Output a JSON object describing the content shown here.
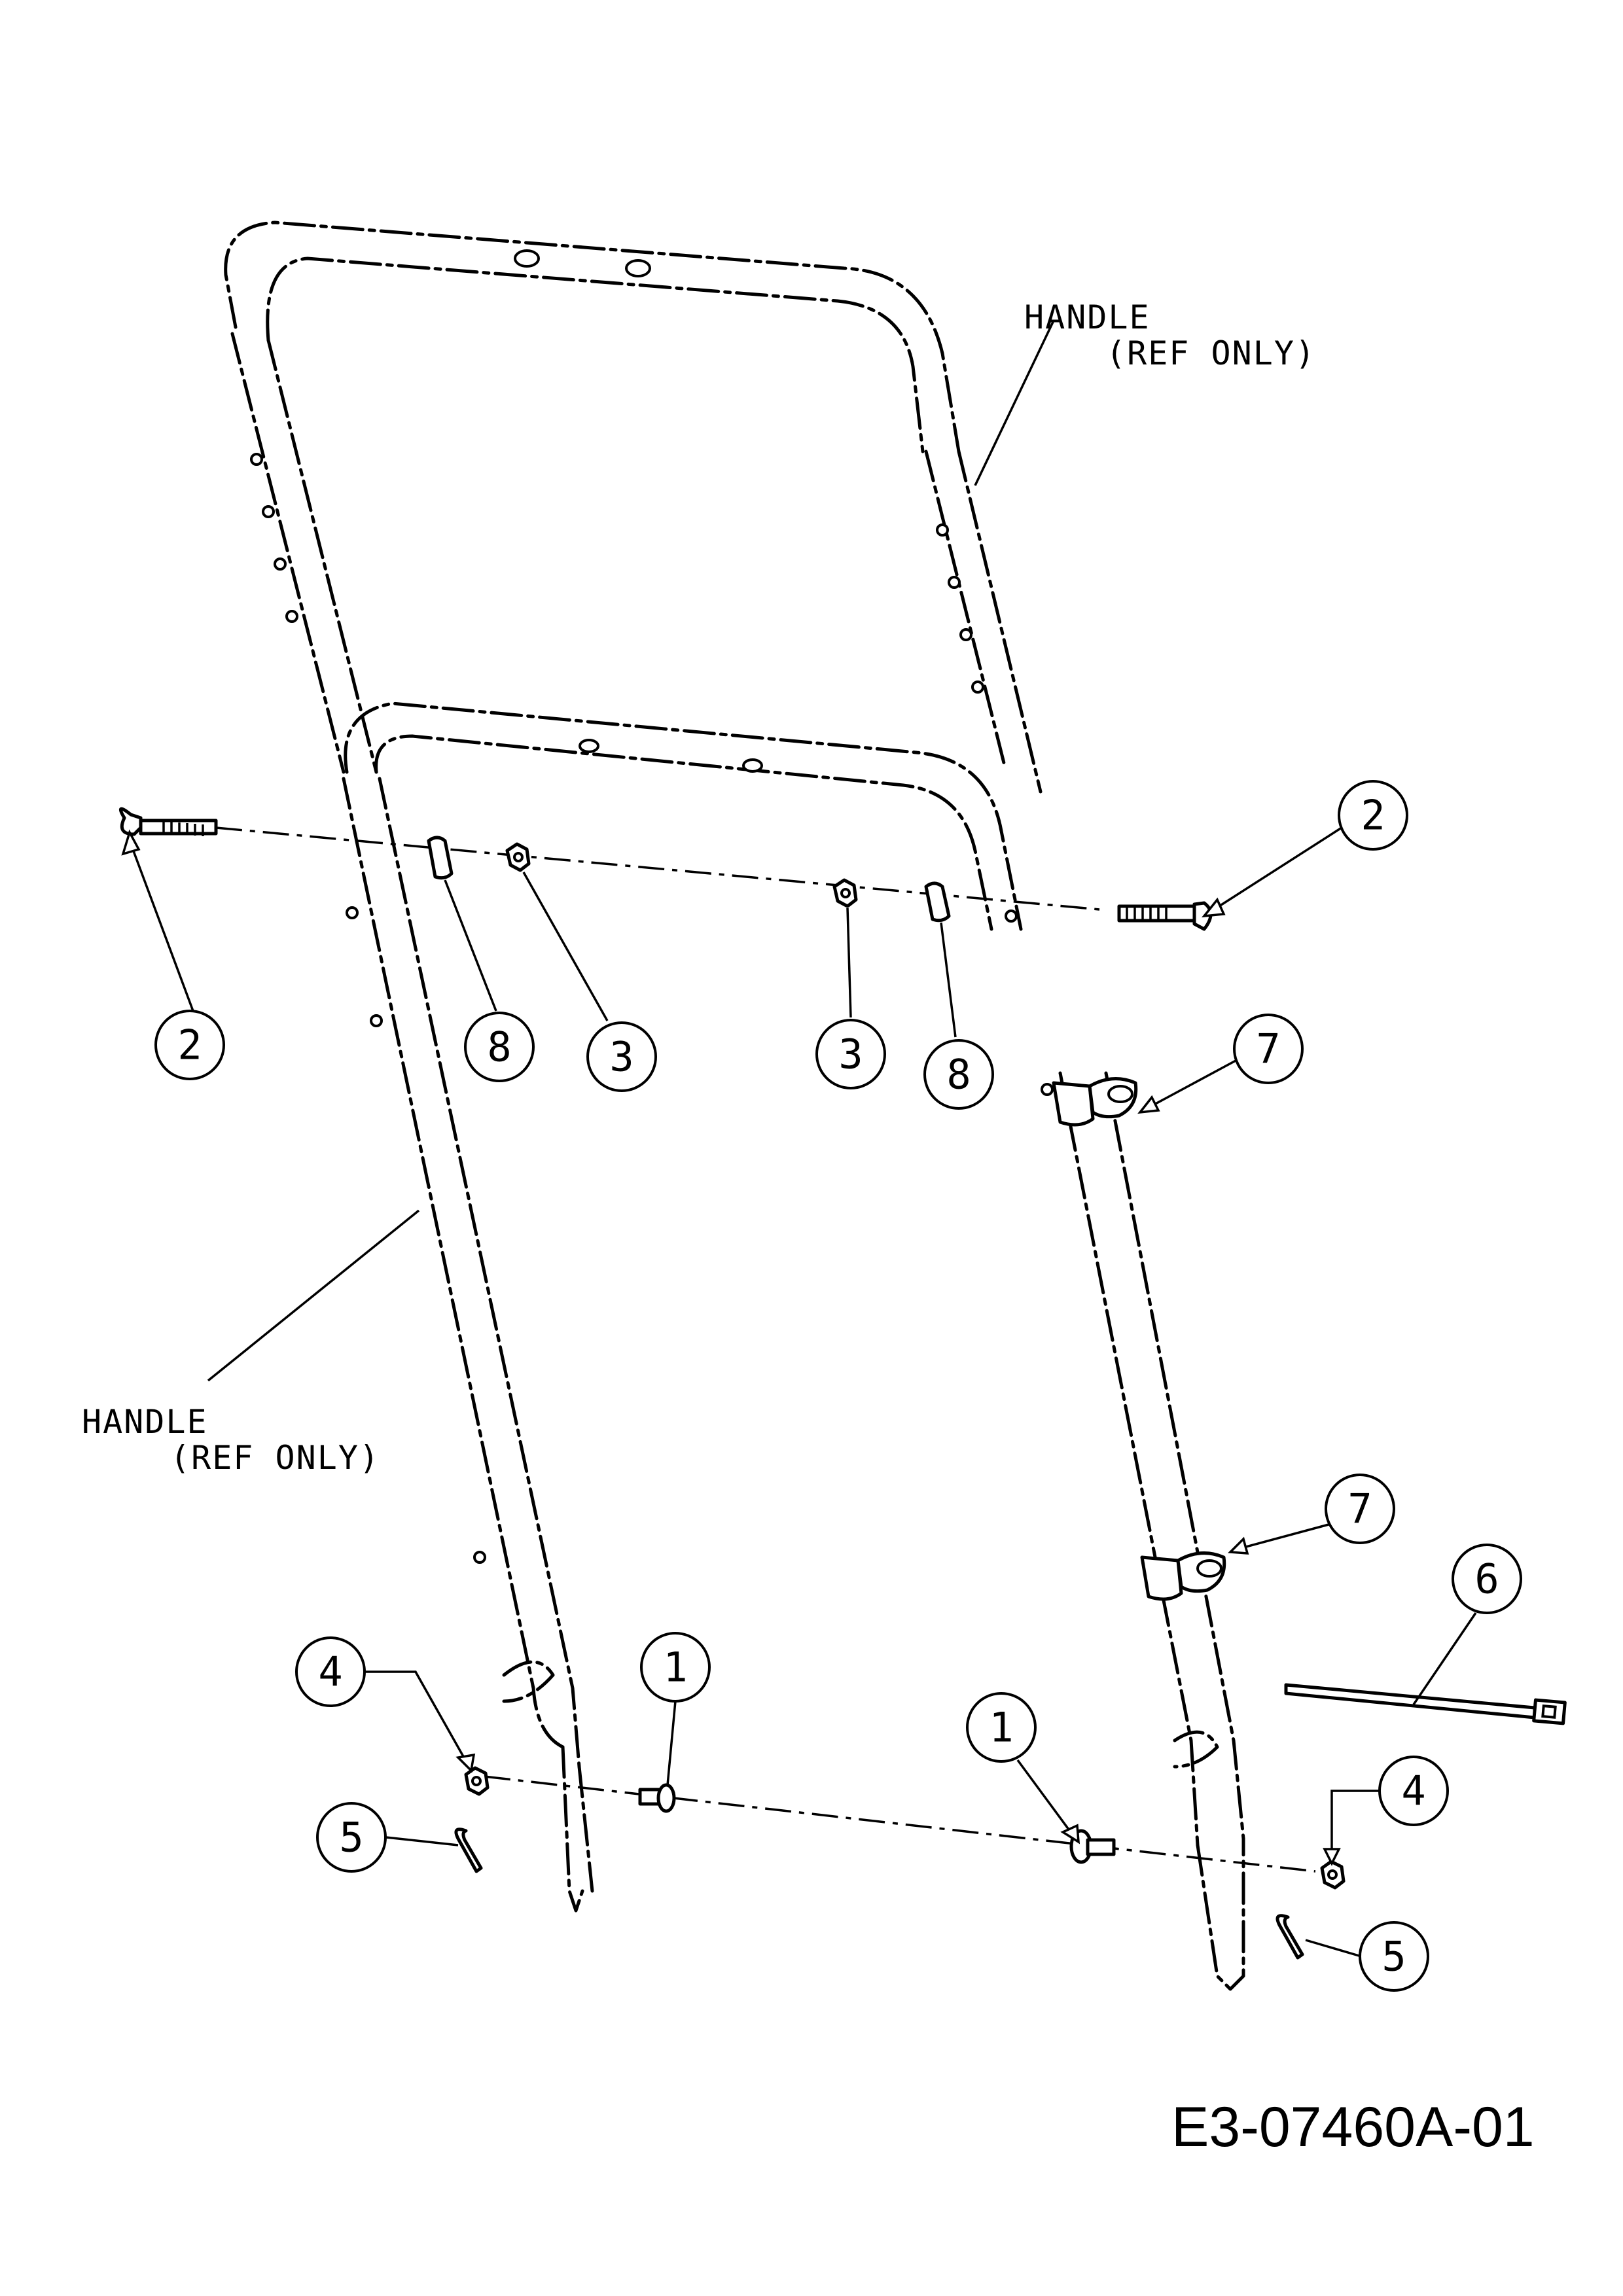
{
  "labels": {
    "handle_upper": {
      "line1": "HANDLE",
      "line2": "(REF ONLY)"
    },
    "handle_lower": {
      "line1": "HANDLE",
      "line2": "(REF ONLY)"
    }
  },
  "callouts": [
    {
      "id": "callout-2-left",
      "number": "2"
    },
    {
      "id": "callout-2-right",
      "number": "2"
    },
    {
      "id": "callout-8-left",
      "number": "8"
    },
    {
      "id": "callout-3-left",
      "number": "3"
    },
    {
      "id": "callout-3-right",
      "number": "3"
    },
    {
      "id": "callout-8-right",
      "number": "8"
    },
    {
      "id": "callout-7-upper",
      "number": "7"
    },
    {
      "id": "callout-7-lower",
      "number": "7"
    },
    {
      "id": "callout-6",
      "number": "6"
    },
    {
      "id": "callout-4-left",
      "number": "4"
    },
    {
      "id": "callout-1-left",
      "number": "1"
    },
    {
      "id": "callout-1-right",
      "number": "1"
    },
    {
      "id": "callout-4-right",
      "number": "4"
    },
    {
      "id": "callout-5-left",
      "number": "5"
    },
    {
      "id": "callout-5-right",
      "number": "5"
    }
  ],
  "drawing_number": "E3-07460A-01"
}
